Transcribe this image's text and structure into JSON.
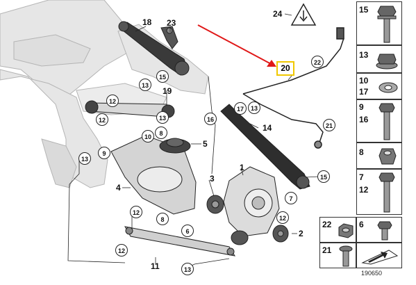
{
  "highlighted_part": "20",
  "image_number": "190650",
  "colors": {
    "arrow": "#e01818",
    "highlight": "#f0c800",
    "line": "#222222",
    "part": "#d8d8d8"
  },
  "callouts": {
    "c1": "1",
    "c2": "2",
    "c3": "3",
    "c4": "4",
    "c5": "5",
    "c6": "6",
    "c7": "7",
    "c11": "11",
    "c14": "14",
    "c18": "18",
    "c19": "19",
    "c23": "23",
    "c24": "24"
  },
  "circled": {
    "k12a": "12",
    "k12b": "12",
    "k12c": "12",
    "k12d": "12",
    "k12e": "12",
    "k13a": "13",
    "k13b": "13",
    "k13c": "13",
    "k13d": "13",
    "k8a": "8",
    "k8b": "8",
    "k9": "9",
    "k10": "10",
    "k15a": "15",
    "k15b": "15",
    "k16": "16",
    "k17": "17",
    "k6": "6",
    "k7": "7",
    "k21": "21",
    "k22": "22"
  },
  "legend": [
    {
      "labels": [
        "15"
      ],
      "icon": "flange-bolt-icon"
    },
    {
      "labels": [
        "13"
      ],
      "icon": "flange-nut-icon"
    },
    {
      "labels": [
        "10",
        "17"
      ],
      "icon": "washer-icon"
    },
    {
      "labels": [
        "9",
        "16"
      ],
      "icon": "long-bolt-icon"
    },
    {
      "labels": [
        "8"
      ],
      "icon": "hex-nut-icon"
    },
    {
      "labels": [
        "7",
        "12"
      ],
      "icon": "hex-bolt-icon"
    }
  ],
  "legend_bottom": [
    {
      "labels": [
        "22"
      ],
      "icon": "cable-clip-icon"
    },
    {
      "labels": [
        "6"
      ],
      "icon": "small-bolt-icon"
    },
    {
      "labels": [
        "21"
      ],
      "icon": "torx-screw-icon"
    },
    {
      "labels": [],
      "icon": "arrow-sign-icon"
    }
  ]
}
